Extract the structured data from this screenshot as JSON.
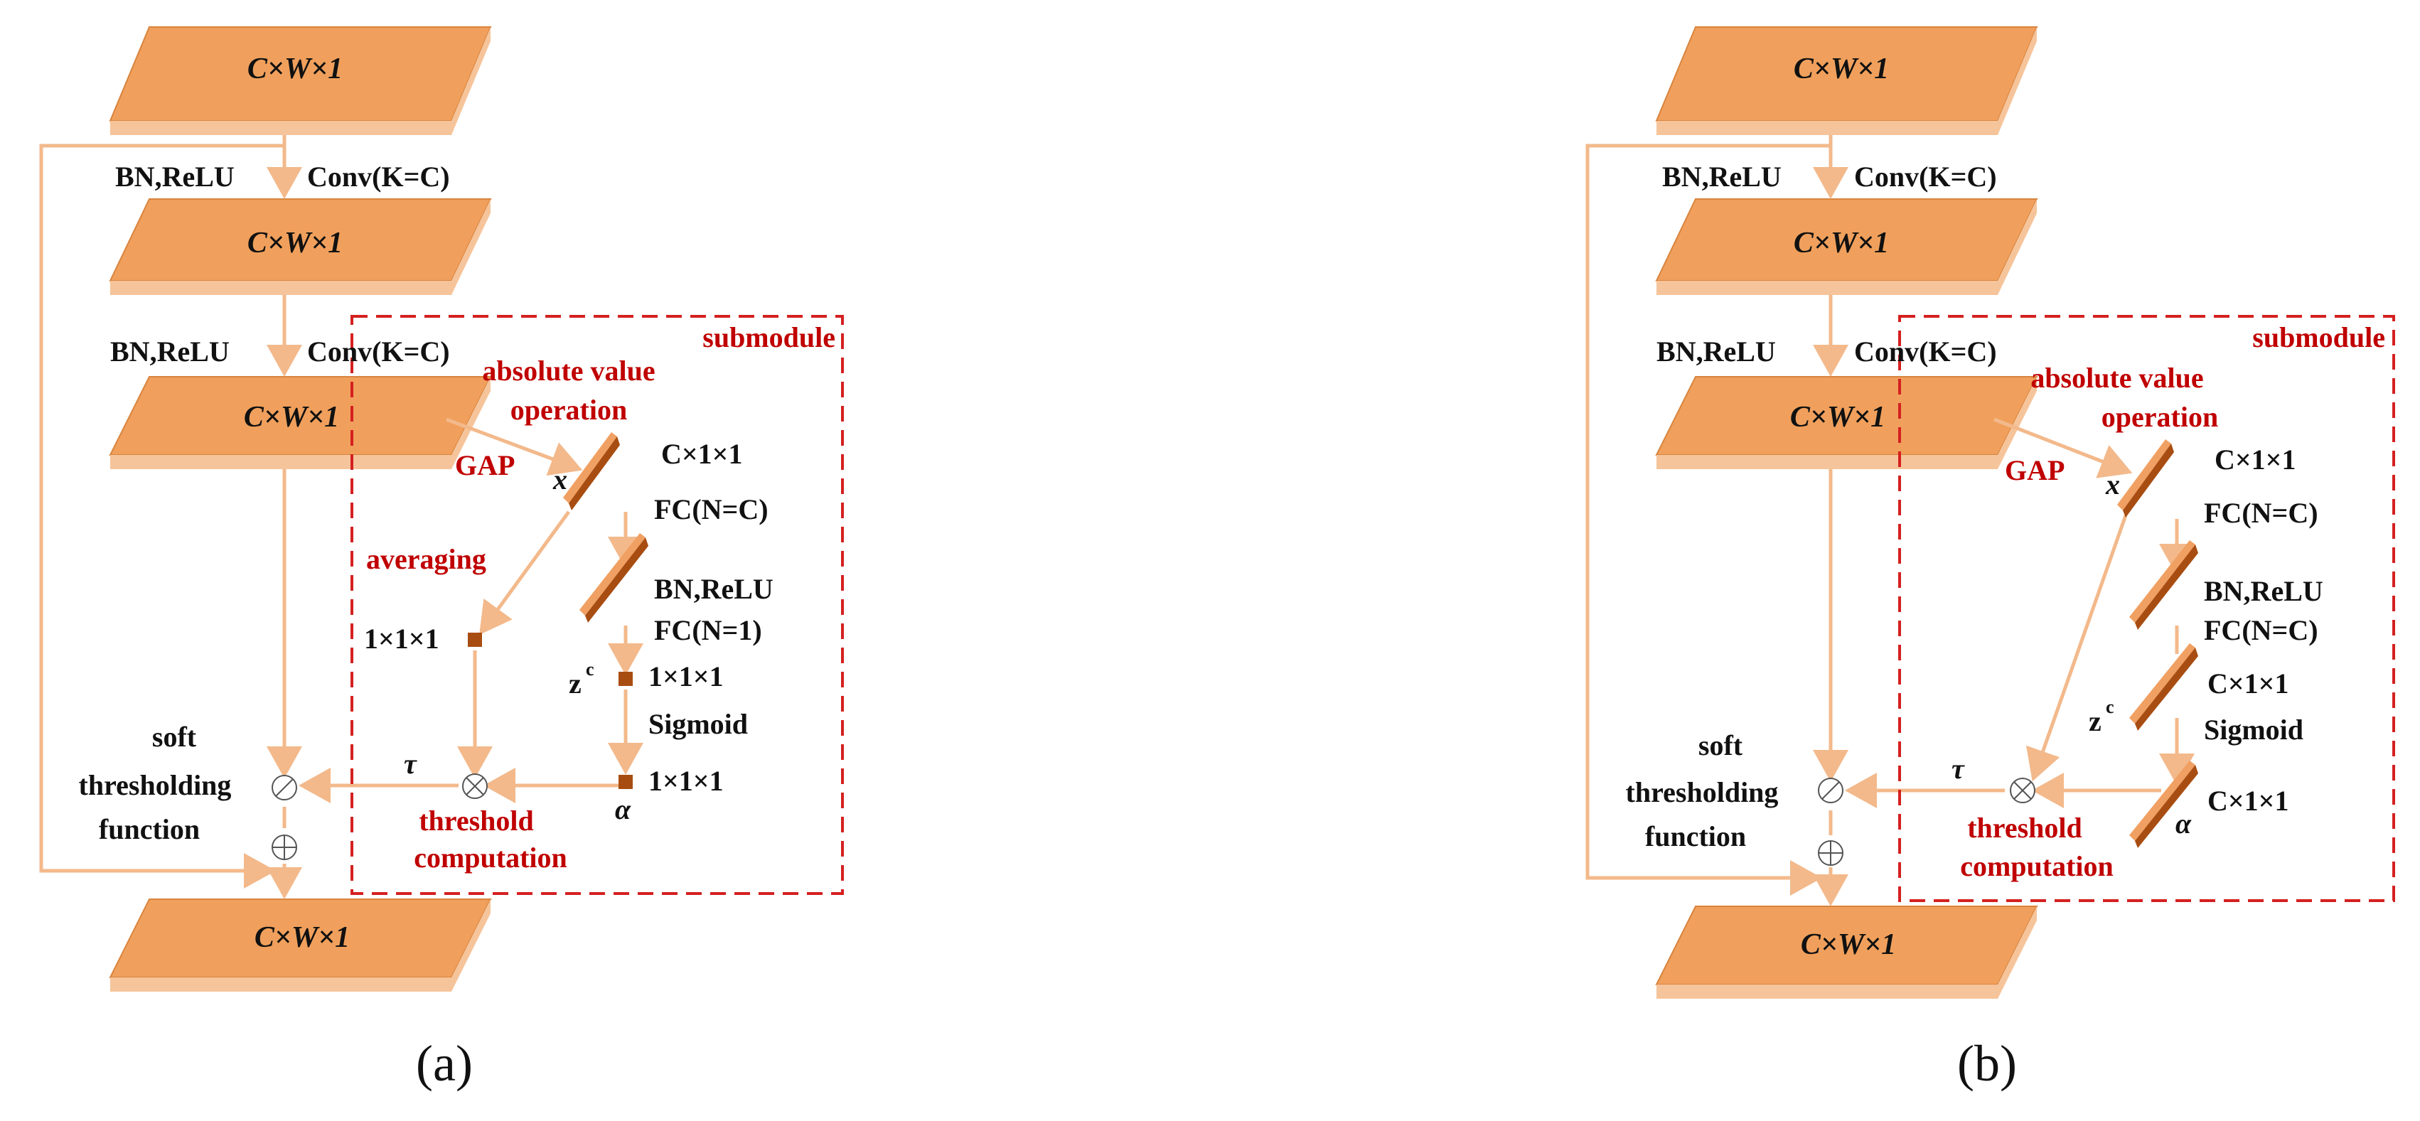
{
  "panel_a": {
    "caption": "(a)",
    "tensor_label": "C×W×1",
    "bn_relu_1": "BN,ReLU",
    "conv_1": "Conv(K=C)",
    "bn_relu_2": "BN,ReLU",
    "conv_2": "Conv(K=C)",
    "submodule": "submodule",
    "abs_value_1": "absolute value",
    "abs_value_2": "operation",
    "gap": "GAP",
    "x_sym": "x",
    "c11": "C×1×1",
    "fc1": "FC(N=C)",
    "averaging": "averaging",
    "bn_relu_3": "BN,ReLU",
    "fc2": "FC(N=1)",
    "one_one_one_avg": "1×1×1",
    "zc": "z",
    "zc_sup": "c",
    "zc_size": "1×1×1",
    "sigmoid": "Sigmoid",
    "alpha_size": "1×1×1",
    "alpha": "α",
    "tau": "τ",
    "soft_1": "soft",
    "soft_2": "thresholding",
    "soft_3": "function",
    "thresh_1": "threshold",
    "thresh_2": "computation",
    "div_symbol": "⊘",
    "mul_symbol": "⊗",
    "add_symbol": "⊕"
  },
  "panel_b": {
    "caption": "(b)",
    "tensor_label": "C×W×1",
    "bn_relu_1": "BN,ReLU",
    "conv_1": "Conv(K=C)",
    "bn_relu_2": "BN,ReLU",
    "conv_2": "Conv(K=C)",
    "submodule": "submodule",
    "abs_value_1": "absolute value",
    "abs_value_2": "operation",
    "gap": "GAP",
    "x_sym": "x",
    "c11": "C×1×1",
    "fc1": "FC(N=C)",
    "bn_relu_3": "BN,ReLU",
    "fc2": "FC(N=C)",
    "zc": "z",
    "zc_sup": "c",
    "zc_size": "C×1×1",
    "sigmoid": "Sigmoid",
    "alpha_size": "C×1×1",
    "alpha": "α",
    "tau": "τ",
    "soft_1": "soft",
    "soft_2": "thresholding",
    "soft_3": "function",
    "thresh_1": "threshold",
    "thresh_2": "computation",
    "div_symbol": "⊘",
    "mul_symbol": "⊗",
    "add_symbol": "⊕"
  },
  "colors": {
    "block_top": "#f0a05c",
    "block_side": "#f6c49a",
    "block_edge": "#d8843e",
    "arrow": "#f3b98b",
    "dashed_box": "#d42020",
    "slab_light": "#e8894a",
    "slab_dark": "#b5561c"
  }
}
